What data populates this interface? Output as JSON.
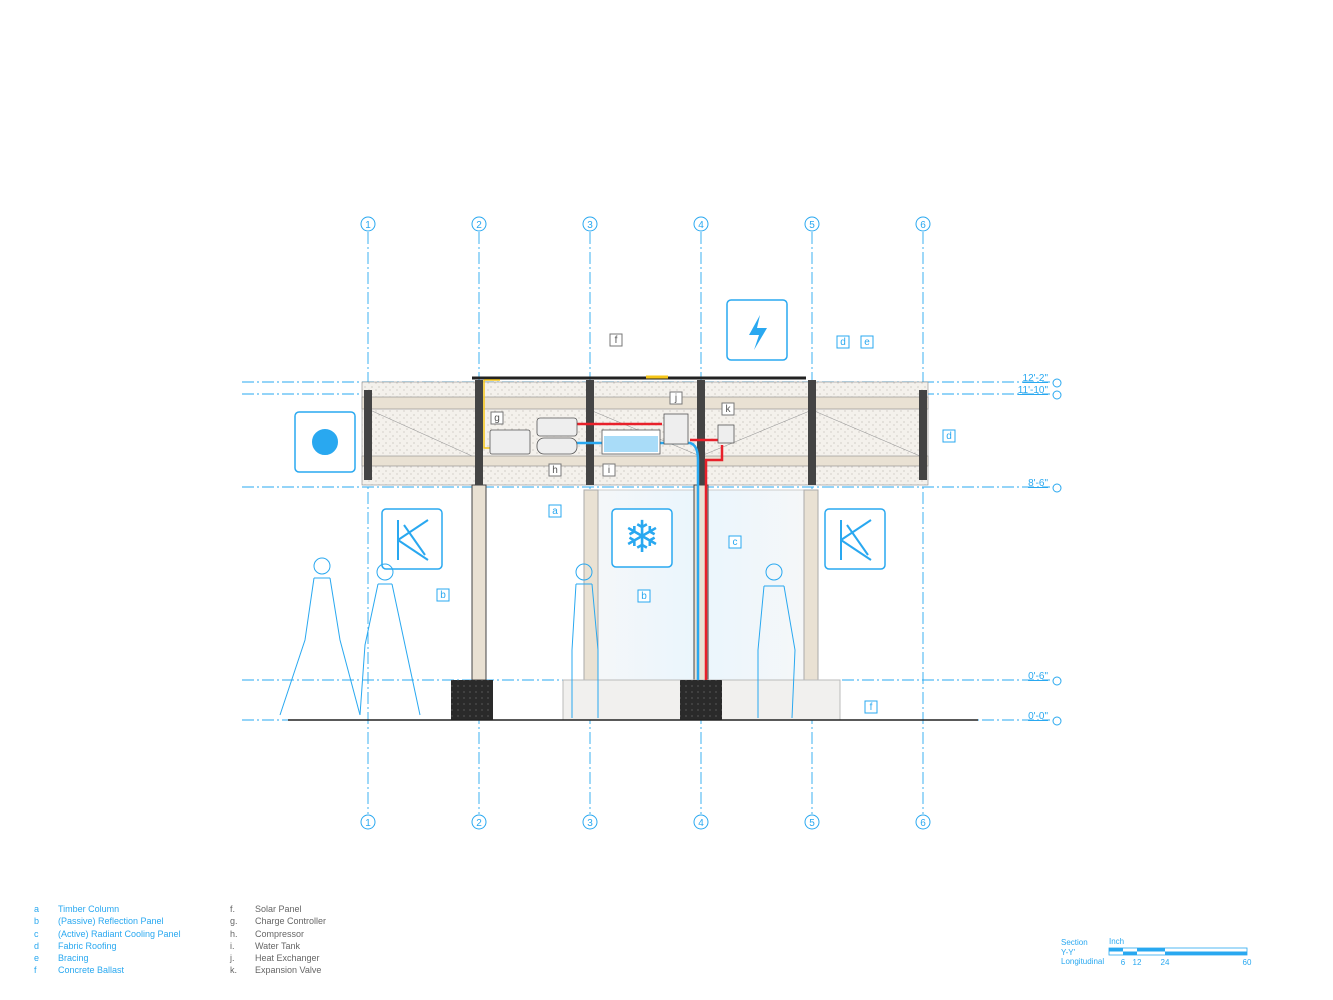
{
  "grid_axes": [
    "1",
    "2",
    "3",
    "4",
    "5",
    "6"
  ],
  "levels": [
    "12'-2\"",
    "11'-10\"",
    "8'-6\"",
    "0'-6\"",
    "0'-0\""
  ],
  "tags": {
    "a": "a",
    "b": "b",
    "c": "c",
    "d": "d",
    "e": "e",
    "f": "f",
    "g": "g",
    "h": "h",
    "i": "i",
    "j": "j",
    "k": "k"
  },
  "legend_left": [
    {
      "key": "a",
      "label": "Timber Column"
    },
    {
      "key": "b",
      "label": "(Passive) Reflection Panel"
    },
    {
      "key": "c",
      "label": "(Active) Radiant Cooling Panel"
    },
    {
      "key": "d",
      "label": "Fabric Roofing"
    },
    {
      "key": "e",
      "label": "Bracing"
    },
    {
      "key": "f",
      "label": "Concrete Ballast"
    }
  ],
  "legend_right": [
    {
      "key": "f.",
      "label": "Solar Panel"
    },
    {
      "key": "g.",
      "label": "Charge Controller"
    },
    {
      "key": "h.",
      "label": "Compressor"
    },
    {
      "key": "i.",
      "label": "Water Tank"
    },
    {
      "key": "j.",
      "label": "Heat Exchanger"
    },
    {
      "key": "k.",
      "label": "Expansion Valve"
    }
  ],
  "scale": {
    "line1": "Section",
    "line2": "Y-Y'",
    "line3": "Longitudinal",
    "unit": "Inch",
    "ticks": [
      "6",
      "12",
      "24",
      "60"
    ]
  },
  "colors": {
    "accent": "#29a8f0",
    "hot": "#e8202a",
    "power": "#f5c518",
    "timber": "#e9e1d3"
  }
}
